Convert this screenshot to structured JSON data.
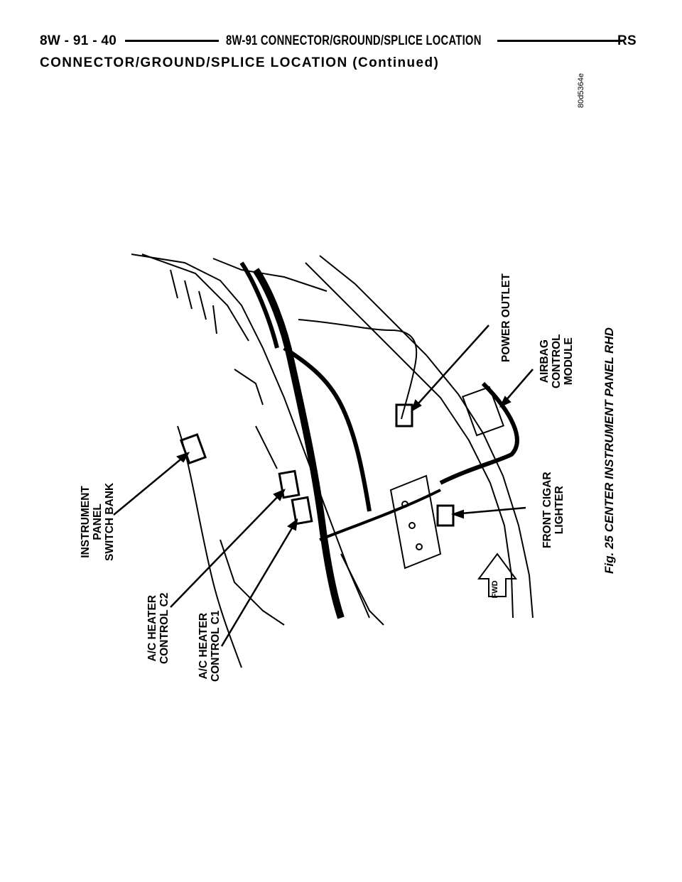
{
  "header": {
    "left": "8W - 91 - 40",
    "center": "8W-91 CONNECTOR/GROUND/SPLICE LOCATION",
    "right": "RS"
  },
  "subheading": "CONNECTOR/GROUND/SPLICE LOCATION (Continued)",
  "figure_code": "80d5364e",
  "labels": {
    "switch_bank": [
      "INSTRUMENT",
      "PANEL",
      "SWITCH BANK"
    ],
    "ac_c2": [
      "A/C HEATER",
      "CONTROL C2"
    ],
    "ac_c1": [
      "A/C HEATER",
      "CONTROL C1"
    ],
    "cigar": [
      "FRONT CIGAR",
      "LIGHTER"
    ],
    "power_outlet": [
      "POWER OUTLET"
    ],
    "airbag": [
      "AIRBAG",
      "CONTROL",
      "MODULE"
    ]
  },
  "fwd_label": "FWD",
  "caption": "Fig. 25 CENTER INSTRUMENT PANEL RHD"
}
